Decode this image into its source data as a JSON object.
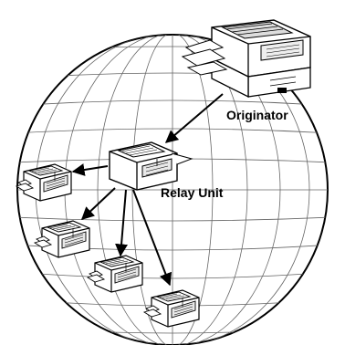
{
  "diagram": {
    "labels": {
      "originator": "Originator",
      "relay_unit": "Relay Unit"
    },
    "nodes": [
      {
        "id": "originator",
        "kind": "fax-machine-large"
      },
      {
        "id": "relay-unit",
        "kind": "fax-machine"
      },
      {
        "id": "receiver-1",
        "kind": "fax-machine-small"
      },
      {
        "id": "receiver-2",
        "kind": "fax-machine-small"
      },
      {
        "id": "receiver-3",
        "kind": "fax-machine-small"
      },
      {
        "id": "receiver-4",
        "kind": "fax-machine-small"
      }
    ],
    "edges": [
      {
        "from": "originator",
        "to": "relay-unit"
      },
      {
        "from": "relay-unit",
        "to": "receiver-1"
      },
      {
        "from": "relay-unit",
        "to": "receiver-2"
      },
      {
        "from": "relay-unit",
        "to": "receiver-3"
      },
      {
        "from": "relay-unit",
        "to": "receiver-4"
      }
    ],
    "background": "globe-grid-icon",
    "colors": {
      "line": "#000000",
      "machine": "#ffffff",
      "background": "#ffffff"
    }
  }
}
